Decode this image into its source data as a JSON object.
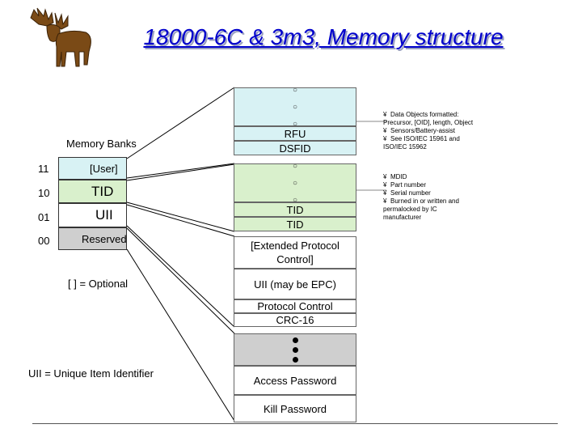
{
  "title": "18000-6C & 3m3, Memory structure",
  "memory_banks": {
    "heading": "Memory Banks",
    "banks": [
      {
        "code": "11",
        "name": "[User]"
      },
      {
        "code": "10",
        "name": "TID"
      },
      {
        "code": "01",
        "name": "UII"
      },
      {
        "code": "00",
        "name": "Reserved"
      }
    ]
  },
  "legend": {
    "optional": "[ ] = Optional",
    "uii": "UII = Unique Item Identifier"
  },
  "user_bank": {
    "rows": [
      "RFU",
      "DSFID"
    ],
    "notes": [
      "Data Objects formatted: Precursor, [OID], length, Object",
      "Sensors/Battery-assist",
      "See ISO/IEC 15961 and ISO/IEC 15962"
    ]
  },
  "tid_bank": {
    "rows": [
      "TID",
      "TID"
    ],
    "notes": [
      "MDID",
      "Part number",
      "Serial number",
      "Burned in or written and permalocked by IC manufacturer"
    ]
  },
  "uii_bank": {
    "rows": [
      "[Extended Protocol Control]",
      "UII (may be EPC)",
      "Protocol Control",
      "CRC-16"
    ]
  },
  "reserved_bank": {
    "rows": [
      "Access Password",
      "Kill Password"
    ]
  },
  "colors": {
    "title": "#0000cc",
    "user_fill": "#d8f2f4",
    "tid_fill": "#d9f0cc",
    "uii_fill": "#ffffff",
    "gray_fill": "#cfcfcf",
    "reserved_fill": "#ffffff"
  },
  "icon": "moose-icon"
}
